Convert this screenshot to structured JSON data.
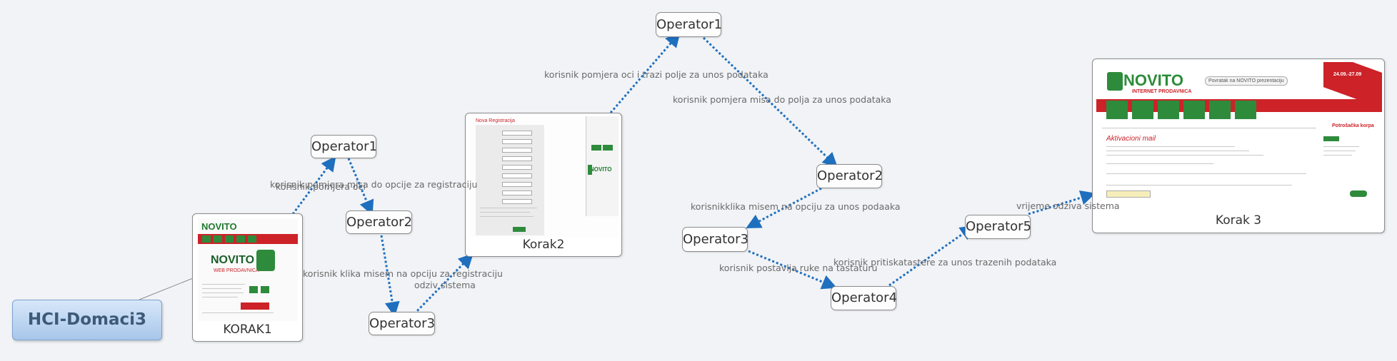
{
  "root": {
    "label": "HCI-Domaci3"
  },
  "steps": {
    "korak1": "KORAK1",
    "korak2": "Korak2",
    "korak3": "Korak 3"
  },
  "operators": {
    "a_op1": "Operator1",
    "a_op2": "Operator2",
    "a_op3": "Operator3",
    "b_op1": "Operator1",
    "b_op2": "Operator2",
    "b_op3": "Operator3",
    "b_op4": "Operator4",
    "b_op5": "Operator5"
  },
  "edge_labels": {
    "e1a": "korisnik pomjera oci",
    "e1b": "korisnik pomjera misa do opcije za registraciju",
    "e2": "korisnik klika misem na opciju za registraciju",
    "e3": "odziv sistema",
    "e4": "korisnik pomjera oci i trazi polje za unos podataka",
    "e5": "korisnik pomjera misa do polja za unos podataka",
    "e6": "korisnikklika misem na opciju za unos podaaka",
    "e7": "korisnik postavlja ruke na tastaturu",
    "e8": "korisnik pritiskatastere za unos trazenih podataka",
    "e9": "vrijeme odziva sistema"
  },
  "screenshots": {
    "k1_logo": "NOVITO",
    "k1_sub": "WEB PRODAVNICA",
    "k3_logo": "NOVITO",
    "k3_sub": "INTERNET PRODAVNICA",
    "k3_heading": "Aktivacioni mail",
    "k3_button": "Povratak na NOVITO prezentaciju",
    "k3_date": "24.09.-27.09",
    "k3_cart": "Potrošačka korpa",
    "k2_title": "Nova Registracija",
    "k2_logo": "NOVITO"
  },
  "colors": {
    "edge": "#1f6fbf",
    "root_fill": "#b9d2ef",
    "brand_red": "#cc2228",
    "brand_green": "#2e8b3c"
  }
}
